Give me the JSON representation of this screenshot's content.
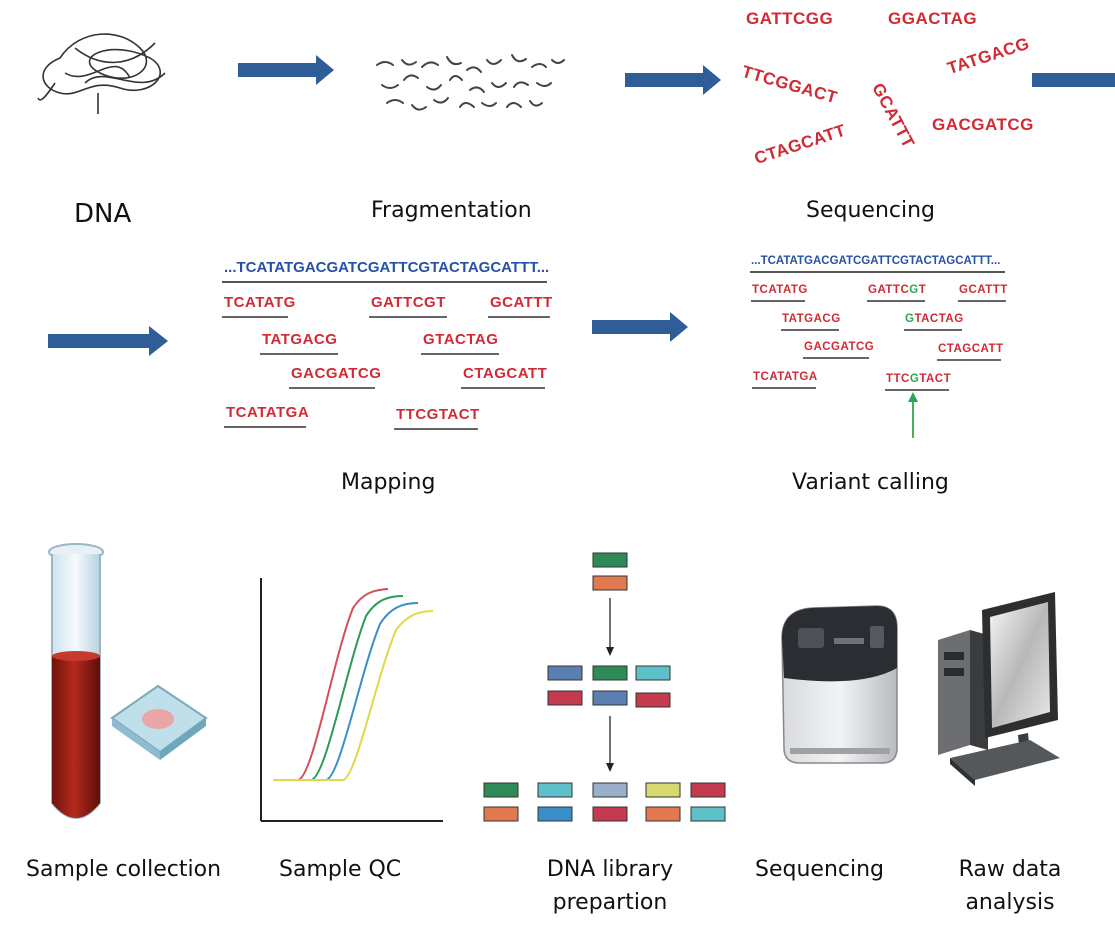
{
  "colors": {
    "arrow": "#2e5d98",
    "read_red": "#d12a35",
    "ref_blue": "#2750a8",
    "variant_green": "#2ea84a",
    "blood": "#8b1a12"
  },
  "workflow": {
    "stages": [
      {
        "id": "dna",
        "label": "DNA"
      },
      {
        "id": "fragmentation",
        "label": "Fragmentation"
      },
      {
        "id": "sequencing",
        "label": "Sequencing"
      },
      {
        "id": "mapping",
        "label": "Mapping"
      },
      {
        "id": "variant_calling",
        "label": "Variant calling"
      }
    ],
    "sequencing_reads": [
      "GATTCGG",
      "GGACTAG",
      "TTCGGACT",
      "TATGACG",
      "GCATTT",
      "CTAGCATT",
      "GACGATCG"
    ],
    "mapping": {
      "reference": "...TCATATGACGATCGATTCGTACTAGCATTT...",
      "reads": [
        "TCATATG",
        "GATTCGT",
        "GCATTT",
        "TATGACG",
        "GTACTAG",
        "GACGATCG",
        "CTAGCATT",
        "TCATATGA",
        "TTCGTACT"
      ]
    },
    "variant_calling": {
      "reference": "...TCATATGACGATCGATTCGTACTAGCATTT...",
      "reads": [
        {
          "pre": "TCATATG",
          "snp": "",
          "post": ""
        },
        {
          "pre": "GATTC",
          "snp": "G",
          "post": "T"
        },
        {
          "pre": "GCATTT",
          "snp": "",
          "post": ""
        },
        {
          "pre": "TATGACG",
          "snp": "",
          "post": ""
        },
        {
          "pre": "",
          "snp": "G",
          "post": "TACTAG"
        },
        {
          "pre": "GACGATCG",
          "snp": "",
          "post": ""
        },
        {
          "pre": "CTAGCATT",
          "snp": "",
          "post": ""
        },
        {
          "pre": "TCATATGA",
          "snp": "",
          "post": ""
        },
        {
          "pre": "TTC",
          "snp": "G",
          "post": "TACT"
        }
      ]
    }
  },
  "lab_steps": [
    {
      "id": "sample_collection",
      "label": "Sample collection"
    },
    {
      "id": "sample_qc",
      "label": "Sample QC"
    },
    {
      "id": "library_prep",
      "label": "DNA library\nprepartion"
    },
    {
      "id": "sequencing",
      "label": "Sequencing"
    },
    {
      "id": "raw_data",
      "label": "Raw data\nanalysis"
    }
  ],
  "qc_curve_colors": [
    "#d2505a",
    "#2e9a5a",
    "#3a8fc8",
    "#e0d84a"
  ],
  "library_prep": {
    "row1": [
      "#2e8b57"
    ],
    "row2": [
      "#e07850"
    ],
    "row3": [
      "#5b7fb0",
      "#2e8b57",
      "#5ec0c8"
    ],
    "row4": [
      "#c43a4e",
      "#5b7fb0",
      "#c43a4e"
    ],
    "row5": [
      "#2e8b57",
      "#5ec0c8",
      "#9ab0c8",
      "#d8d870",
      "#c43a4e"
    ],
    "row6": [
      "#e07850",
      "#3a8fc8",
      "#c43a4e",
      "#e07850",
      "#5ec0c8"
    ]
  }
}
